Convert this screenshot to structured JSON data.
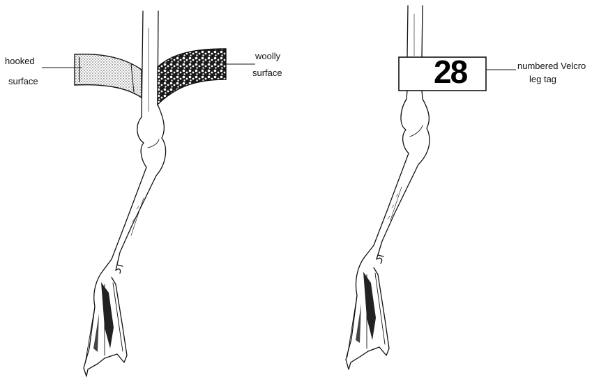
{
  "left_figure": {
    "label_hooked_line1": "hooked",
    "label_hooked_line2": "surface",
    "label_woolly_line1": "woolly",
    "label_woolly_line2": "surface"
  },
  "right_figure": {
    "tag_number": "28",
    "label_tag_line1": "numbered Velcro",
    "label_tag_line2": "leg tag"
  }
}
